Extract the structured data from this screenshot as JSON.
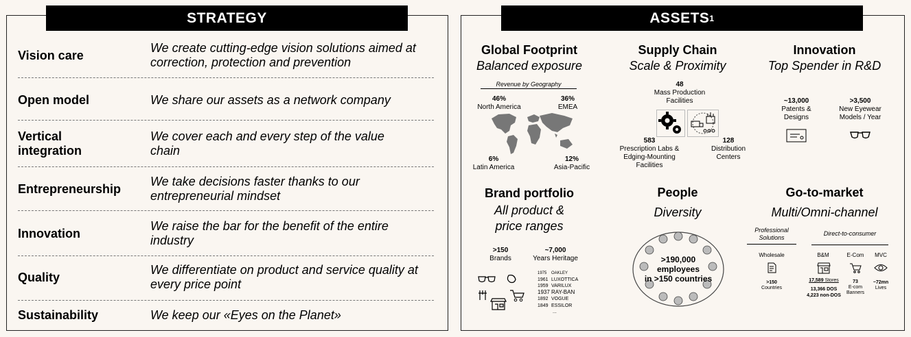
{
  "strategy": {
    "title": "STRATEGY",
    "rows": [
      {
        "name": "Vision care",
        "desc": "We create cutting-edge vision solutions aimed at correction, protection and prevention"
      },
      {
        "name": "Open model",
        "desc": "We share our assets as a network company"
      },
      {
        "name": "Vertical integration",
        "desc": "We cover each and every step of the value chain"
      },
      {
        "name": "Entrepreneurship",
        "desc": "We take decisions faster thanks to our entrepreneurial mindset"
      },
      {
        "name": "Innovation",
        "desc": "We raise the bar for the benefit of the entire industry"
      },
      {
        "name": "Quality",
        "desc": "We differentiate on product and service quality at every price point"
      },
      {
        "name": "Sustainability",
        "desc": "We keep our «Eyes on the Planet»"
      }
    ]
  },
  "assets": {
    "title": "ASSETS",
    "title_sup": "1",
    "global": {
      "title": "Global Footprint",
      "subtitle": "Balanced exposure",
      "chart_label": "Revenue by Geography",
      "na_pct": "46%",
      "na_label": "North America",
      "emea_pct": "36%",
      "emea_label": "EMEA",
      "latam_pct": "6%",
      "latam_label": "Latin America",
      "apac_pct": "12%",
      "apac_label": "Asia-Pacific"
    },
    "supply": {
      "title": "Supply Chain",
      "subtitle": "Scale & Proximity",
      "mass_num": "48",
      "mass_label": "Mass Production Facilities",
      "rx_num": "583",
      "rx_label": "Prescription Labs & Edging-Mounting Facilities",
      "dist_num": "128",
      "dist_label": "Distribution Centers"
    },
    "innovation": {
      "title": "Innovation",
      "subtitle": "Top Spender in R&D",
      "patents_num": "~13,000",
      "patents_label": "Patents & Designs",
      "models_num": ">3,500",
      "models_label": "New Eyewear Models / Year"
    },
    "brand": {
      "title": "Brand portfolio",
      "subtitle_1": "All product &",
      "subtitle_2": "price ranges",
      "brands_num": ">150",
      "brands_label": "Brands",
      "years_num": "~7,000",
      "years_label": "Years Heritage",
      "heritage": [
        {
          "year": "1975",
          "name": "OAKLEY"
        },
        {
          "year": "1961",
          "name": "LUXOTTICA"
        },
        {
          "year": "1959",
          "name": "VARILUX"
        },
        {
          "year": "1937",
          "name": "RAY-BAN"
        },
        {
          "year": "1892",
          "name": "VOGUE"
        },
        {
          "year": "1849",
          "name": "ESSILOR"
        }
      ],
      "heritage_more": "..."
    },
    "people": {
      "title": "People",
      "subtitle": "Diversity",
      "line1": ">190,000",
      "line2": "employees",
      "line3": "in >150 countries"
    },
    "gtm": {
      "title": "Go-to-market",
      "subtitle": "Multi/Omni-channel",
      "prof_label": "Professional Solutions",
      "dtc_label": "Direct-to-consumer",
      "wholesale_label": "Wholesale",
      "wholesale_num": ">150",
      "wholesale_sub": "Countries",
      "bm_label": "B&M",
      "bm_stores": "17,589",
      "bm_stores_label": "Stores",
      "bm_dos": "13,366 DOS",
      "bm_nondos": "4,223 non-DOS",
      "ecom_label": "E-Com",
      "ecom_num": "73",
      "ecom_sub": "E-com Banners",
      "mvc_label": "MVC",
      "mvc_num": "~72mn",
      "mvc_sub": "Lives"
    }
  }
}
